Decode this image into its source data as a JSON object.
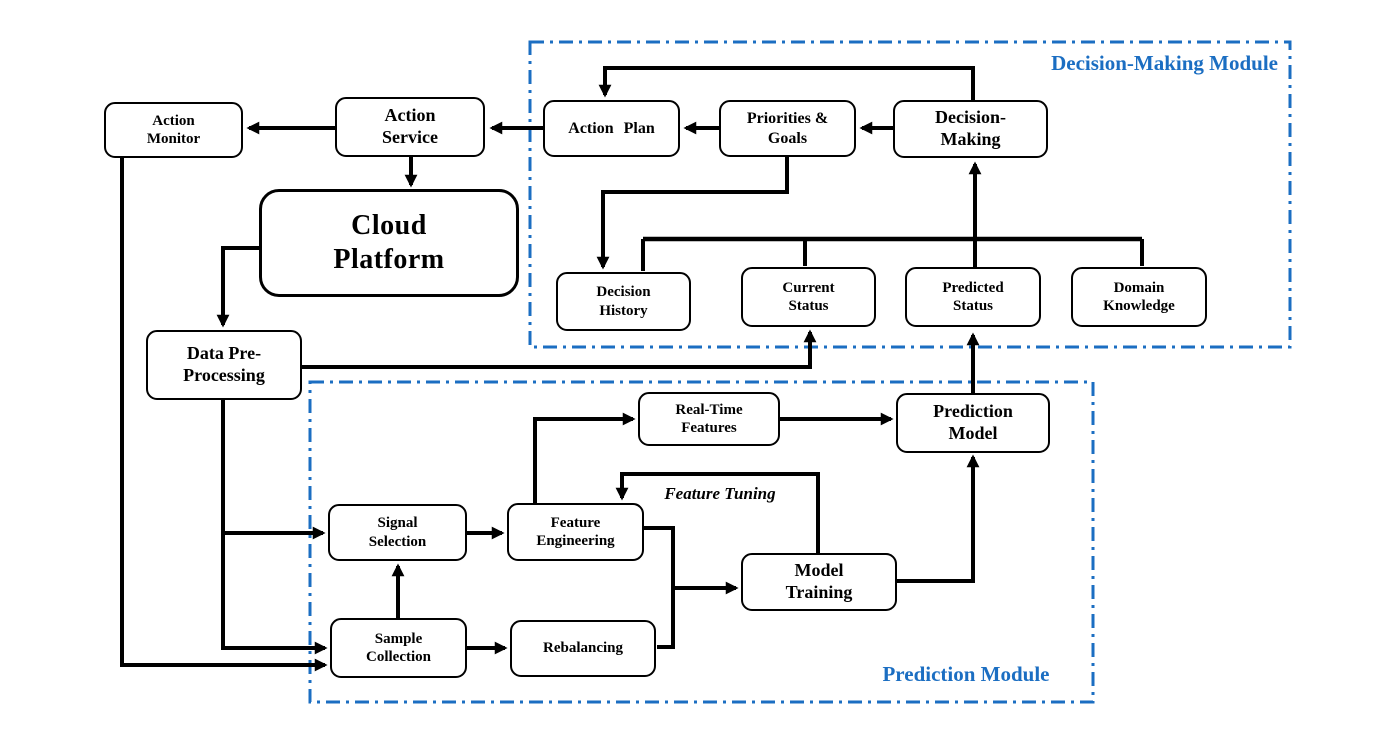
{
  "colors": {
    "module_blue": "#1B6EC2",
    "line_black": "#000000",
    "background": "#FFFFFF"
  },
  "modules": {
    "decision": {
      "label": "Decision-Making Module"
    },
    "prediction": {
      "label": "Prediction Module"
    }
  },
  "boxes": {
    "action_monitor": {
      "label": "Action\nMonitor"
    },
    "action_service": {
      "label": "Action\nService"
    },
    "cloud_platform": {
      "label": "Cloud\nPlatform"
    },
    "data_pre_processing": {
      "label": "Data Pre-\nProcessing"
    },
    "action_plan": {
      "label": "Action Plan"
    },
    "priorities_goals": {
      "label": "Priorities &\nGoals"
    },
    "decision_making": {
      "label": "Decision-\nMaking"
    },
    "decision_history": {
      "label": "Decision\nHistory"
    },
    "current_status": {
      "label": "Current\nStatus"
    },
    "predicted_status": {
      "label": "Predicted\nStatus"
    },
    "domain_knowledge": {
      "label": "Domain\nKnowledge"
    },
    "real_time_features": {
      "label": "Real-Time\nFeatures"
    },
    "prediction_model": {
      "label": "Prediction\nModel"
    },
    "signal_selection": {
      "label": "Signal\nSelection"
    },
    "feature_engineering": {
      "label": "Feature\nEngineering"
    },
    "model_training": {
      "label": "Model\nTraining"
    },
    "sample_collection": {
      "label": "Sample\nCollection"
    },
    "rebalancing": {
      "label": "Rebalancing"
    }
  },
  "annotations": {
    "feature_tuning": "Feature Tuning"
  }
}
